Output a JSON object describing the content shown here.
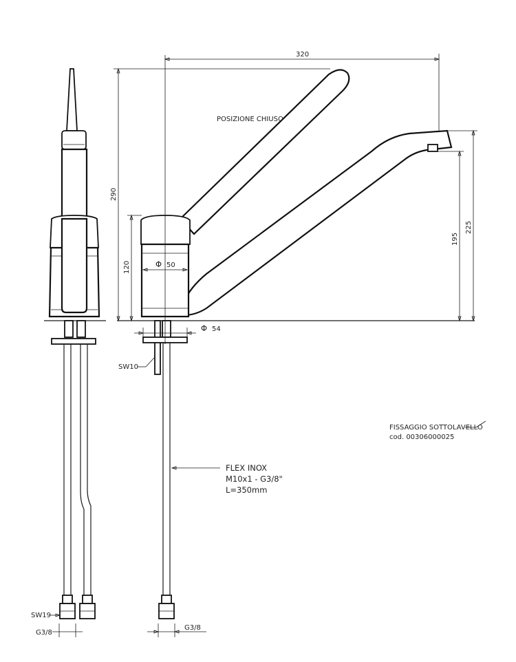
{
  "dimensions": {
    "width_320": "320",
    "height_290": "290",
    "height_120": "120",
    "height_195": "195",
    "height_225": "225",
    "diameter_50": "50",
    "diameter_54": "54",
    "diameter_symbol": "Φ"
  },
  "labels": {
    "closed_position": "POSIZIONE CHIUSO",
    "sw10": "SW10",
    "sw19": "SW19",
    "g38_left": "G3/8",
    "g38_right": "G3/8",
    "flex_line1": "FLEX INOX",
    "flex_line2": "M10x1 - G3/8\"",
    "flex_line3": "L=350mm",
    "fixing_line1": "FISSAGGIO SOTTOLAVELLO",
    "fixing_line2": "cod. 00306000025"
  }
}
